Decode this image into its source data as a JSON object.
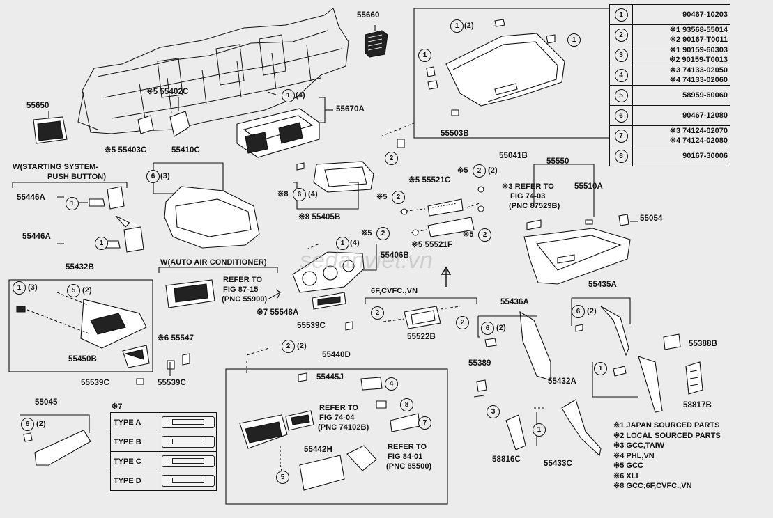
{
  "legend": [
    {
      "num": "1",
      "parts": [
        {
          "mark": "",
          "pn": "90467-10203"
        }
      ]
    },
    {
      "num": "2",
      "parts": [
        {
          "mark": "※1",
          "pn": "93568-55014"
        },
        {
          "mark": "※2",
          "pn": "90167-T0011"
        }
      ]
    },
    {
      "num": "3",
      "parts": [
        {
          "mark": "※1",
          "pn": "90159-60303"
        },
        {
          "mark": "※2",
          "pn": "90159-T0013"
        }
      ]
    },
    {
      "num": "4",
      "parts": [
        {
          "mark": "※3",
          "pn": "74133-02050"
        },
        {
          "mark": "※4",
          "pn": "74133-02060"
        }
      ]
    },
    {
      "num": "5",
      "parts": [
        {
          "mark": "",
          "pn": "58959-60060"
        }
      ]
    },
    {
      "num": "6",
      "parts": [
        {
          "mark": "",
          "pn": "90467-12080"
        }
      ]
    },
    {
      "num": "7",
      "parts": [
        {
          "mark": "※3",
          "pn": "74124-02070"
        },
        {
          "mark": "※4",
          "pn": "74124-02080"
        }
      ]
    },
    {
      "num": "8",
      "parts": [
        {
          "mark": "",
          "pn": "90167-30006"
        }
      ]
    }
  ],
  "notes": [
    "※1 JAPAN SOURCED PARTS",
    "※2 LOCAL SOURCED PARTS",
    "※3 GCC,TAIW",
    "※4 PHL,VN",
    "※5 GCC",
    "※6 XLI",
    "※8 GCC;6F,CVFC.,VN"
  ],
  "types_title": "※7",
  "types": [
    "TYPE  A",
    "TYPE  B",
    "TYPE  C",
    "TYPE  D"
  ],
  "labels": {
    "p55660": "55660",
    "p55650": "55650",
    "p55402c": "※5 55402C",
    "p55403c": "※5 55403C",
    "p55410c": "55410C",
    "p55670a": "55670A",
    "p55041b": "55041B",
    "p55503b": "55503B",
    "p55550": "55550",
    "p55510a": "55510A",
    "p55054": "55054",
    "p55405b": "※8 55405B",
    "p55521c": "※5 55521C",
    "p55521f": "※5 55521F",
    "p55406b": "55406B",
    "p55548a": "※7 55548A",
    "p55539c_mid": "55539C",
    "p55522b": "55522B",
    "p55436a": "55436A",
    "p55435a": "55435A",
    "p55388b": "55388B",
    "p55389": "55389",
    "p55432a": "55432A",
    "p58817b": "58817B",
    "p58816c": "58816C",
    "p55433c": "55433C",
    "p55440d": "55440D",
    "p55445j": "55445J",
    "p55442h": "55442H",
    "p55045": "55045",
    "p55446a_1": "55446A",
    "p55446a_2": "55446A",
    "p55432b": "55432B",
    "p55450b": "55450B",
    "p55547": "※6 55547",
    "p55539c_l": "55539C",
    "p55539c_r": "55539C",
    "w_start_1": "W(STARTING SYSTEM-",
    "w_start_2": "PUSH BUTTON)",
    "w_auto": "W(AUTO AIR CONDITIONER)",
    "ref1_1": "REFER TO",
    "ref1_2": "FIG 87-15",
    "ref1_3": "(PNC 55900)",
    "ref2_1": "※3 REFER TO",
    "ref2_2": "FIG 74-03",
    "ref2_3": "(PNC 87529B)",
    "ref3_1": "REFER TO",
    "ref3_2": "FIG 74-04",
    "ref3_3": "(PNC 74102B)",
    "ref4_1": "REFER TO",
    "ref4_2": "FIG 84-01",
    "ref4_3": "(PNC 85500)",
    "sixf": "6F,CVFC.,VN"
  },
  "callouts": {
    "c1_a": "(2)",
    "c1_b": "(4)",
    "c1_c": "(3)",
    "c1_d": "(2)",
    "c1_e": "(2)",
    "c1_f": "(2)",
    "c1_g": "(2)",
    "c1_h": "(4)",
    "c1_i": "(2)",
    "c1_j": "(2)",
    "c1_k": "(4)",
    "c1_l": "(3)",
    "c1_m": "(2)",
    "c1_n": "(2)",
    "c1_o": "(2)",
    "c1_p": "(2)"
  },
  "watermark": "sedanviet.vn"
}
